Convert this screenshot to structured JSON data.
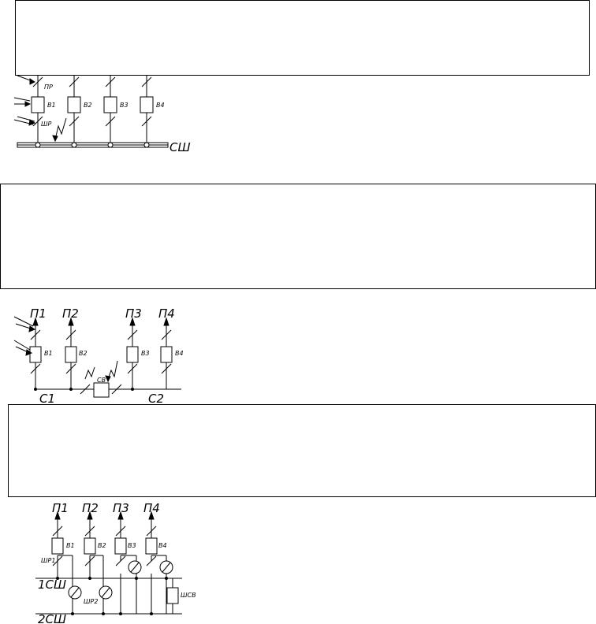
{
  "scheme1": {
    "breakers": [
      "В1",
      "В2",
      "В3",
      "В4"
    ],
    "pr_label": "ПР",
    "shr_label": "ШР",
    "bus_label": "СШ"
  },
  "scheme2": {
    "lines": [
      "П1",
      "П2",
      "П3",
      "П4"
    ],
    "breakers": [
      "В1",
      "В2",
      "В3",
      "В4"
    ],
    "sectional_breaker": "СВ",
    "section_labels": [
      "С1",
      "С2"
    ]
  },
  "scheme3": {
    "lines": [
      "П1",
      "П2",
      "П3",
      "П4"
    ],
    "breakers": [
      "В1",
      "В2",
      "В3",
      "В4"
    ],
    "shr1_label": "ШР1",
    "shr2_label": "ШР2",
    "shsv_label": "ШСВ",
    "bus1_label": "1СШ",
    "bus2_label": "2СШ"
  }
}
